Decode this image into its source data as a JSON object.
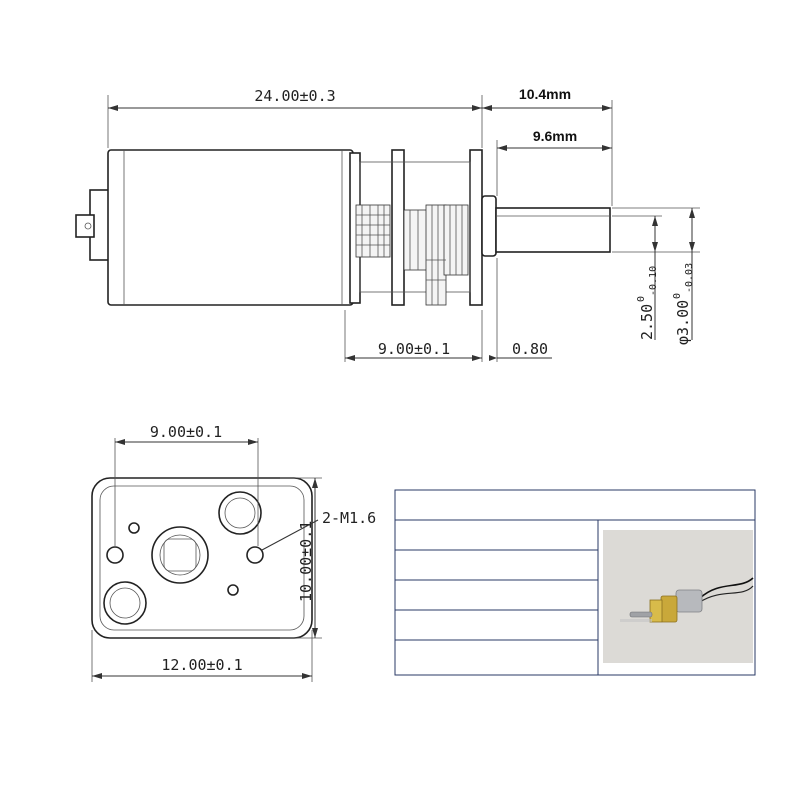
{
  "dimensions": {
    "total_length": "24.00±0.3",
    "shaft_length_outer": "10.4mm",
    "shaft_length_inner": "9.6mm",
    "gearbox_length": "9.00±0.1",
    "gap": "0.80",
    "shaft_flat_main": "2.50",
    "shaft_flat_sup": "0",
    "shaft_flat_sub": "-0.10",
    "shaft_dia_main": "φ3.00",
    "shaft_dia_sup": "0",
    "shaft_dia_sub": "-0.03",
    "hole_spacing": "9.00±0.1",
    "face_height": "10.00±0.1",
    "face_width": "12.00±0.1",
    "screw_callout": "2-M1.6"
  },
  "photo": {
    "icon": "micro-gear-motor-photo"
  },
  "colors": {
    "table_border": "#2a3a66",
    "photo_bg": "#dcdad6"
  }
}
